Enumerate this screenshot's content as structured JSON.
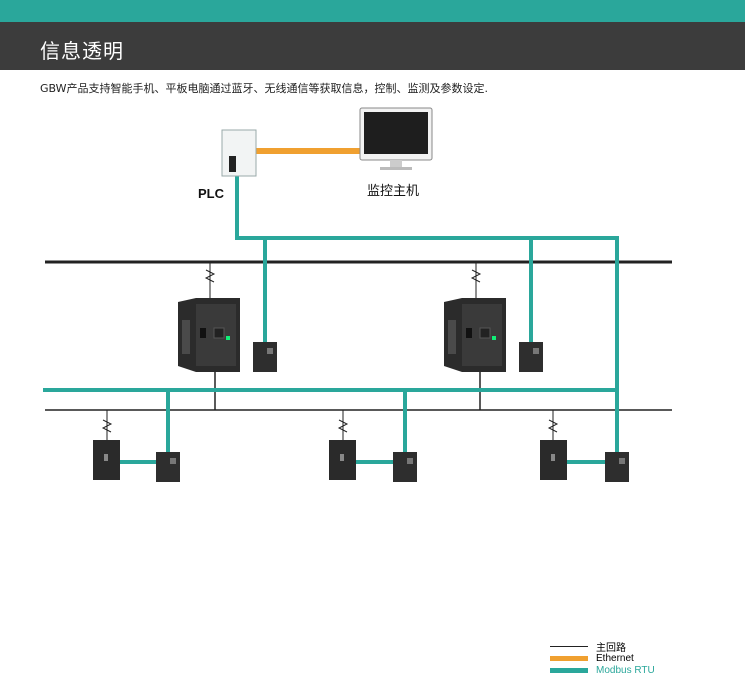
{
  "header": {
    "title": "信息透明",
    "accent_color": "#2aa79b",
    "bar_color": "#3c3c3c"
  },
  "intro_text": "GBW产品支持智能手机、平板电脑通过蓝牙、无线通信等获取信息，控制、监测及参数设定.",
  "labels": {
    "plc": "PLC",
    "monitor": "监控主机"
  },
  "legend": [
    {
      "label": "主回路",
      "color": "#222222",
      "style": "thin-line"
    },
    {
      "label": "Ethernet",
      "color": "#f0a030",
      "style": "thick-line"
    },
    {
      "label": "Modbus RTU",
      "color": "#2aa79b",
      "style": "thick-line"
    }
  ],
  "colors": {
    "main_circuit": "#222222",
    "ethernet": "#f0a030",
    "modbus": "#2aa79b"
  }
}
